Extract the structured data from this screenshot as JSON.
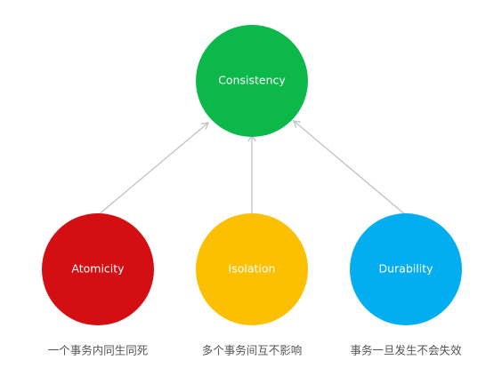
{
  "nodes": {
    "consistency": {
      "label": "Consistency",
      "color": "#0db84a"
    },
    "atomicity": {
      "label": "Atomicity",
      "color": "#d40f14",
      "caption": "一个事务内同生同死"
    },
    "isolation": {
      "label": "Isolation",
      "color": "#fbc001",
      "caption": "多个事务间互不影响"
    },
    "durability": {
      "label": "Durability",
      "color": "#02aeef",
      "caption": "事务一旦发生不会失效"
    }
  },
  "edge_color": "#c4c4c4"
}
